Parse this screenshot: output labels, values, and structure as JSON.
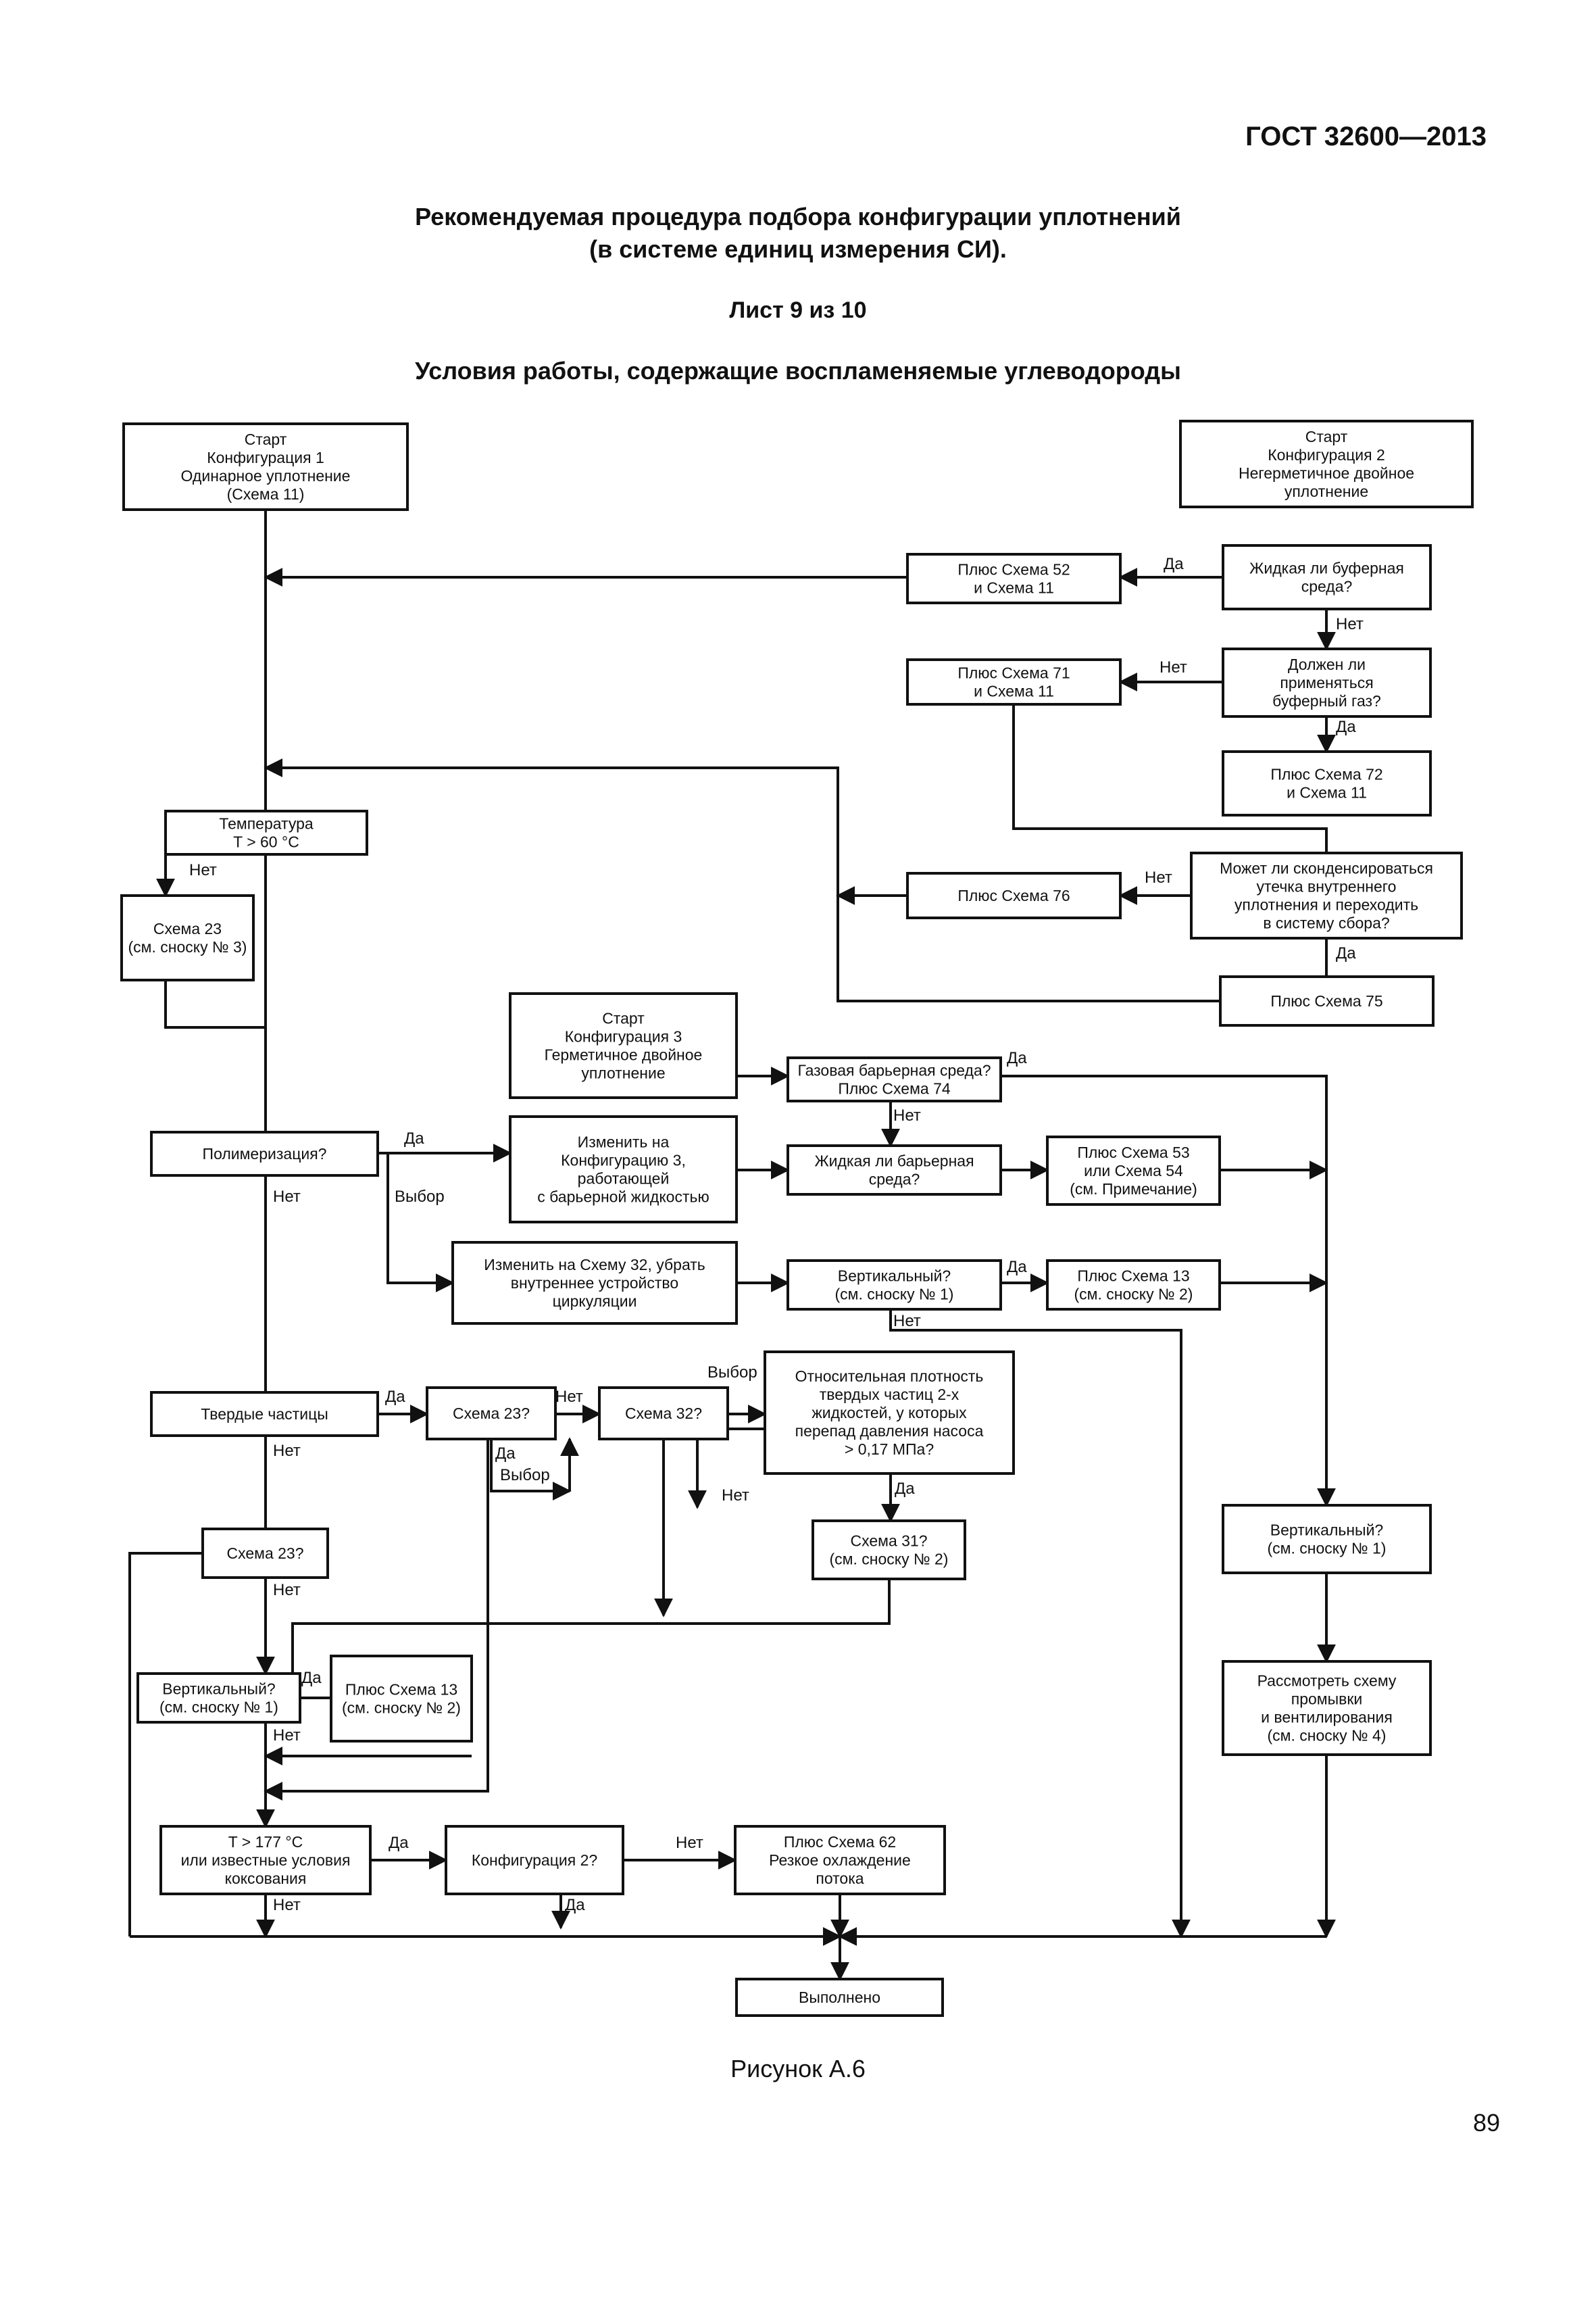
{
  "header": {
    "doc_code": "ГОСТ 32600—2013",
    "title_line1": "Рекомендуемая процедура подбора конфигурации уплотнений",
    "title_line2": "(в системе единиц измерения СИ).",
    "sheet": "Лист 9 из 10",
    "subtitle": "Условия работы, содержащие воспламеняемые углеводороды"
  },
  "flowchart": {
    "nodes": [
      {
        "id": "start1",
        "lines": [
          "Старт",
          "Конфигурация 1",
          "Одинарное уплотнение",
          "(Схема 11)"
        ]
      },
      {
        "id": "start2",
        "lines": [
          "Старт",
          "Конфигурация 2",
          "Негерметичное двойное",
          "уплотнение"
        ]
      },
      {
        "id": "buffer_liquid",
        "lines": [
          "Жидкая ли буферная",
          "среда?"
        ]
      },
      {
        "id": "plus52",
        "lines": [
          "Плюс Схема 52",
          "и Схема 11"
        ]
      },
      {
        "id": "buffer_gas",
        "lines": [
          "Должен ли",
          "применяться",
          "буферный газ?"
        ]
      },
      {
        "id": "plus71",
        "lines": [
          "Плюс Схема 71",
          "и Схема 11"
        ]
      },
      {
        "id": "plus72",
        "lines": [
          "Плюс Схема 72",
          "и Схема 11"
        ]
      },
      {
        "id": "temp60",
        "lines": [
          "Температура",
          "T > 60 °C"
        ]
      },
      {
        "id": "condense",
        "lines": [
          "Может ли сконденсироваться",
          "утечка внутреннего",
          "уплотнения и переходить",
          "в систему сбора?"
        ]
      },
      {
        "id": "plus76",
        "lines": [
          "Плюс Схема 76"
        ]
      },
      {
        "id": "scheme23a",
        "lines": [
          "Схема 23",
          "(см. сноску № 3)"
        ]
      },
      {
        "id": "plus75",
        "lines": [
          "Плюс Схема 75"
        ]
      },
      {
        "id": "start3",
        "lines": [
          "Старт",
          "Конфигурация 3",
          "Герметичное двойное",
          "уплотнение"
        ]
      },
      {
        "id": "gas_barrier",
        "lines": [
          "Газовая барьерная среда?",
          "Плюс Схема 74"
        ]
      },
      {
        "id": "polymer",
        "lines": [
          "Полимеризация?"
        ]
      },
      {
        "id": "change_conf3",
        "lines": [
          "Изменить на",
          "Конфигурацию 3,",
          "работающей",
          "с барьерной жидкостью"
        ]
      },
      {
        "id": "liquid_barrier",
        "lines": [
          "Жидкая ли барьерная",
          "среда?"
        ]
      },
      {
        "id": "plus53",
        "lines": [
          "Плюс Схема 53",
          "или Схема 54",
          "(см. Примечание)"
        ]
      },
      {
        "id": "change32",
        "lines": [
          "Изменить на Схему 32, убрать",
          "внутреннее устройство",
          "циркуляции"
        ]
      },
      {
        "id": "vertical_a",
        "lines": [
          "Вертикальный?",
          "(см. сноску № 1)"
        ]
      },
      {
        "id": "plus13a",
        "lines": [
          "Плюс Схема 13",
          "(см. сноску № 2)"
        ]
      },
      {
        "id": "solids",
        "lines": [
          "Твердые частицы"
        ]
      },
      {
        "id": "scheme23q",
        "lines": [
          "Схема 23?"
        ]
      },
      {
        "id": "scheme32q",
        "lines": [
          "Схема 32?"
        ]
      },
      {
        "id": "density",
        "lines": [
          "Относительная плотность",
          "твердых частиц 2-х",
          "жидкостей, у которых",
          "перепад давления насоса",
          "> 0,17 МПа?"
        ]
      },
      {
        "id": "scheme31",
        "lines": [
          "Схема 31?",
          "(см. сноску № 2)"
        ]
      },
      {
        "id": "vertical_c",
        "lines": [
          "Вертикальный?",
          "(см. сноску № 1)"
        ]
      },
      {
        "id": "scheme23b",
        "lines": [
          "Схема 23?"
        ]
      },
      {
        "id": "vertical_b",
        "lines": [
          "Вертикальный?",
          "(см. сноску № 1)"
        ]
      },
      {
        "id": "plus13b",
        "lines": [
          "Плюс Схема 13",
          "(см. сноску № 2)"
        ]
      },
      {
        "id": "flush",
        "lines": [
          "Рассмотреть схему",
          "промывки",
          "и вентилирования",
          "(см. сноску № 4)"
        ]
      },
      {
        "id": "temp177",
        "lines": [
          "T > 177 °C",
          "или известные условия",
          "коксования"
        ]
      },
      {
        "id": "conf2",
        "lines": [
          "Конфигурация 2?"
        ]
      },
      {
        "id": "plus62",
        "lines": [
          "Плюс Схема 62",
          "Резкое охлаждение",
          "потока"
        ]
      },
      {
        "id": "done",
        "lines": [
          "Выполнено"
        ]
      }
    ],
    "labels": [
      {
        "id": "l_buf_yes",
        "text": "Да"
      },
      {
        "id": "l_buf_no",
        "text": "Нет"
      },
      {
        "id": "l_gas_no",
        "text": "Нет"
      },
      {
        "id": "l_gas_yes",
        "text": "Да"
      },
      {
        "id": "l_temp_no",
        "text": "Нет"
      },
      {
        "id": "l_cond_no",
        "text": "Нет"
      },
      {
        "id": "l_cond_yes",
        "text": "Да"
      },
      {
        "id": "l_gb_yes",
        "text": "Да"
      },
      {
        "id": "l_gb_no",
        "text": "Нет"
      },
      {
        "id": "l_poly_yes",
        "text": "Да"
      },
      {
        "id": "l_poly_no",
        "text": "Нет"
      },
      {
        "id": "l_poly_choice",
        "text": "Выбор"
      },
      {
        "id": "l_va_yes",
        "text": "Да"
      },
      {
        "id": "l_va_no",
        "text": "Нет"
      },
      {
        "id": "l_sol_yes",
        "text": "Да"
      },
      {
        "id": "l_sol_no",
        "text": "Нет"
      },
      {
        "id": "l_23q_no",
        "text": "Нет"
      },
      {
        "id": "l_23q_yes",
        "text": "Да"
      },
      {
        "id": "l_23q_choice",
        "text": "Выбор"
      },
      {
        "id": "l_32q_choice",
        "text": "Выбор"
      },
      {
        "id": "l_dens_no",
        "text": "Нет"
      },
      {
        "id": "l_dens_yes",
        "text": "Да"
      },
      {
        "id": "l_23b_no",
        "text": "Нет"
      },
      {
        "id": "l_vb_yes",
        "text": "Да"
      },
      {
        "id": "l_vb_no",
        "text": "Нет"
      },
      {
        "id": "l_t177_yes",
        "text": "Да"
      },
      {
        "id": "l_t177_no",
        "text": "Нет"
      },
      {
        "id": "l_conf2_no",
        "text": "Нет"
      },
      {
        "id": "l_conf2_yes",
        "text": "Да"
      }
    ]
  },
  "footer": {
    "caption": "Рисунок А.6",
    "page_number": "89"
  }
}
